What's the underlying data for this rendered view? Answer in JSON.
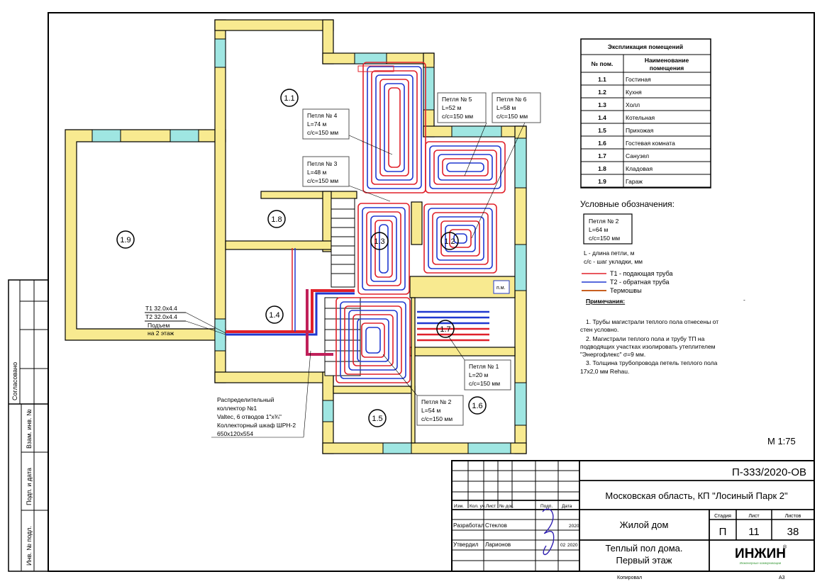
{
  "drawing": {
    "rooms": [
      {
        "id": "1.1"
      },
      {
        "id": "1.2"
      },
      {
        "id": "1.3"
      },
      {
        "id": "1.4"
      },
      {
        "id": "1.5"
      },
      {
        "id": "1.6"
      },
      {
        "id": "1.7"
      },
      {
        "id": "1.8"
      },
      {
        "id": "1.9"
      }
    ],
    "loops": [
      {
        "title": "Петля № 1",
        "length": "L=20 м",
        "step": "с/с=150 мм"
      },
      {
        "title": "Петля № 2",
        "length": "L=54 м",
        "step": "с/с=150 мм"
      },
      {
        "title": "Петля № 3",
        "length": "L=48 м",
        "step": "с/с=150 мм"
      },
      {
        "title": "Петля № 4",
        "length": "L=74 м",
        "step": "с/с=150 мм"
      },
      {
        "title": "Петля № 5",
        "length": "L=52 м",
        "step": "с/с=150 мм"
      },
      {
        "title": "Петля № 6",
        "length": "L=58 м",
        "step": "с/с=150 мм"
      }
    ],
    "mains": {
      "t1": "T1 32.0x4.4",
      "t2": "T2 32.0x4.4",
      "rise1": "Подъем",
      "rise2": "на 2 этаж"
    },
    "collector": [
      "Распределительный",
      "коллектор №1",
      "Valtec, 6 отводов 1\"x¾\"",
      "Коллекторный шкаф ШРН-2",
      "650x120x554"
    ],
    "pm_label": "п.м.",
    "scale": "М 1:75",
    "colors": {
      "wall": "#f8ea90",
      "window": "#9fe6e2",
      "supply": "#e0202a",
      "return": "#2038d0",
      "thermal_joint": "#c86020"
    }
  },
  "explication": {
    "title": "Экспликация помещений",
    "col_num": "№ пом.",
    "col_name1": "Наименование",
    "col_name2": "помещения",
    "rows": [
      {
        "num": "1.1",
        "name": "Гостиная"
      },
      {
        "num": "1.2",
        "name": "Кухня"
      },
      {
        "num": "1.3",
        "name": "Холл"
      },
      {
        "num": "1.4",
        "name": "Котельная"
      },
      {
        "num": "1.5",
        "name": "Прихожая"
      },
      {
        "num": "1.6",
        "name": "Гостевая комната"
      },
      {
        "num": "1.7",
        "name": "Санузел"
      },
      {
        "num": "1.8",
        "name": "Кладовая"
      },
      {
        "num": "1.9",
        "name": "Гараж"
      }
    ]
  },
  "legend": {
    "title": "Условные обозначения:",
    "sample": {
      "title": "Петля № 2",
      "length": "L=64 м",
      "step": "с/с=150 мм"
    },
    "l_desc": "L - длина петли, м",
    "cc_desc": "с/с - шаг укладки, мм",
    "t1": "Т1 - подающая труба",
    "t2": "Т2 - обратная труба",
    "thermo": "Термошвы"
  },
  "notes": {
    "title": "Примечания:",
    "dash": "-",
    "lines": [
      "1.   Трубы магистрали теплого пола отнесены от",
      "стен условно.",
      "2.   Магистрали теплого пола и трубу ТП на",
      "подводящих участках изолировать утеплителем",
      "\"Энергофлекс\" σ=9 мм.",
      "3.   Толщина трубопровода петель теплого пола",
      "17x2,0 мм Rehau."
    ]
  },
  "title_block": {
    "code": "П-333/2020-ОВ",
    "location": "Московская область, КП \"Лосиный Парк 2\"",
    "object": "Жилой дом",
    "sheet_title1": "Теплый пол дома.",
    "sheet_title2": "Первый этаж",
    "headers": [
      "Изм.",
      "Кол. уч.",
      "Лист",
      "№ док.",
      "Подп.",
      "Дата"
    ],
    "developed_role": "Разработал",
    "developed_name": "Стеклов",
    "developed_date": "2020",
    "approved_role": "Утвердил",
    "approved_name": "Ларионов",
    "approved_day": "02",
    "approved_date": "2020",
    "stage_label": "Стадия",
    "sheet_label": "Лист",
    "sheets_label": "Листов",
    "stage": "П",
    "sheet": "11",
    "sheets": "38",
    "logo": "ИНЖИН",
    "logo_sub": "Инженерные коммуникации",
    "copied": "Копировал",
    "format": "А3"
  },
  "side_stamp": {
    "agreed": "Согласовано",
    "replace_inv": "Взам. инв. №",
    "sign_date": "Подп. и дата",
    "inv_orig": "Инв. № подл."
  }
}
